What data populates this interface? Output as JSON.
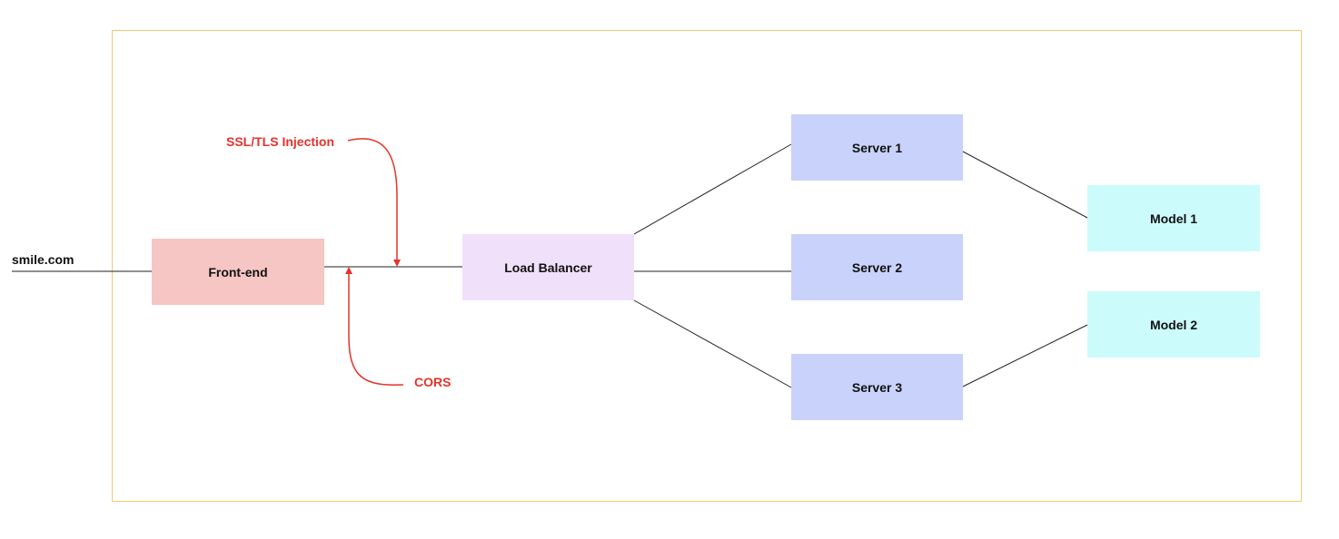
{
  "entry": {
    "label": "smile.com"
  },
  "nodes": {
    "frontend": {
      "label": "Front-end",
      "color": "#f6c6c4"
    },
    "load_balancer": {
      "label": "Load Balancer",
      "color": "#f1e0fa"
    },
    "server1": {
      "label": "Server 1",
      "color": "#c8d2fa"
    },
    "server2": {
      "label": "Server 2",
      "color": "#c8d2fa"
    },
    "server3": {
      "label": "Server 3",
      "color": "#c8d2fa"
    },
    "model1": {
      "label": "Model 1",
      "color": "#ccfbfb"
    },
    "model2": {
      "label": "Model 2",
      "color": "#ccfbfb"
    }
  },
  "annotations": {
    "ssl": {
      "label": "SSL/TLS Injection",
      "color": "#e5332a"
    },
    "cors": {
      "label": "CORS",
      "color": "#e5332a"
    }
  },
  "colors": {
    "frame_border": "#f3c873",
    "connector": "#222222",
    "annotation_arrow": "#e5332a"
  }
}
